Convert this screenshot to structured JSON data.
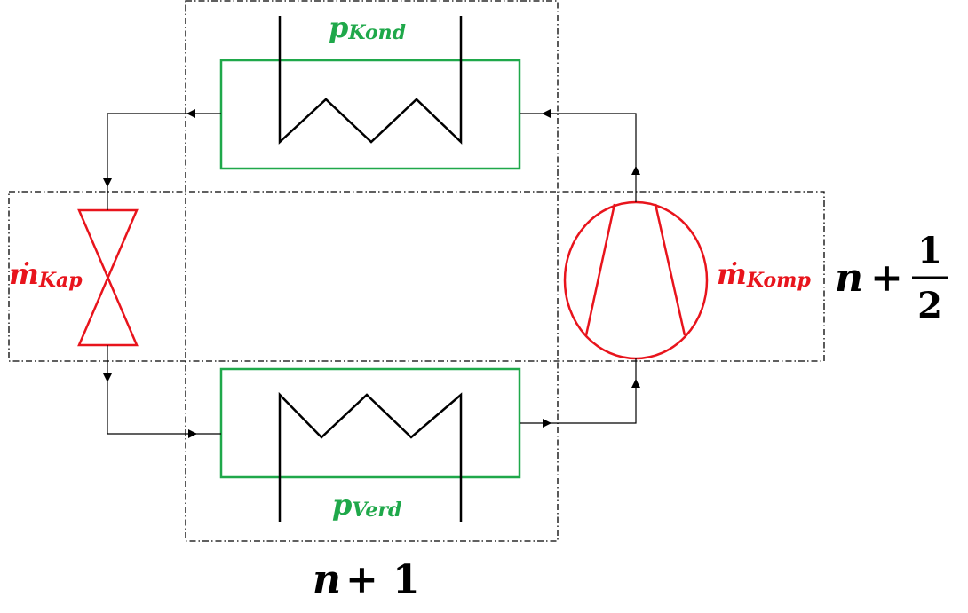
{
  "colors": {
    "pressure": "#1fa84a",
    "massflow": "#e8141c",
    "line": "#000000"
  },
  "labels": {
    "p_kond": {
      "main": "p",
      "sub": "Kond"
    },
    "p_verd": {
      "main": "p",
      "sub": "Verd"
    },
    "m_kap": {
      "main": "ṁ",
      "sub": "Kap"
    },
    "m_komp": {
      "main": "ṁ",
      "sub": "Komp"
    },
    "n_plus_1": {
      "var": "n",
      "op": "+",
      "num": "1"
    },
    "n_plus_half": {
      "var": "n",
      "op": "+",
      "numerator": "1",
      "denominator": "2"
    }
  },
  "icons": {
    "condenser": "heat-exchanger-icon",
    "evaporator": "heat-exchanger-icon",
    "expansion_valve": "valve-icon",
    "compressor": "compressor-icon"
  }
}
